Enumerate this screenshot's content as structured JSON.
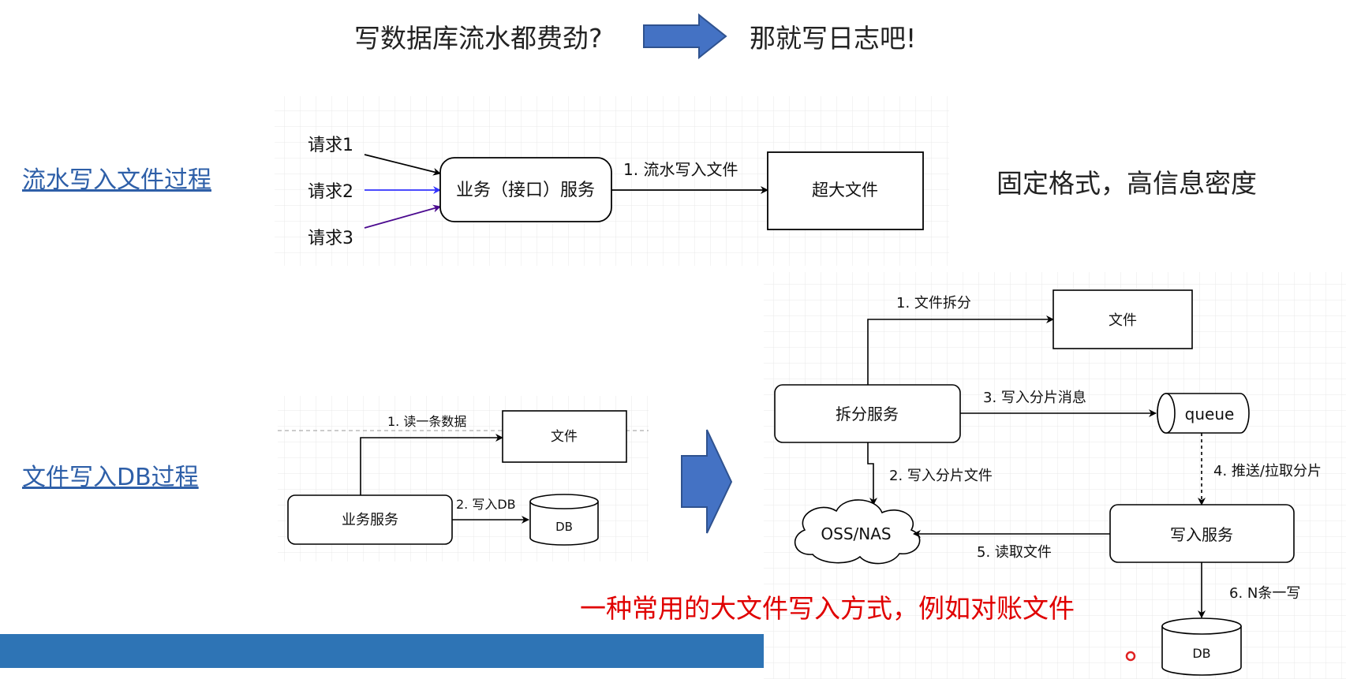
{
  "header": {
    "question": "写数据库流水都费劲?",
    "answer": "那就写日志吧!"
  },
  "side_links": {
    "flow_to_file": "流水写入文件过程",
    "file_to_db": "文件写入DB过程"
  },
  "top_diagram": {
    "req1": "请求1",
    "req2": "请求2",
    "req3": "请求3",
    "service": "业务（接口）服务",
    "edge_label": "1. 流水写入文件",
    "big_file": "超大文件",
    "note": "固定格式，高信息密度"
  },
  "left_diagram": {
    "edge_read": "1. 读一条数据",
    "file": "文件",
    "service": "业务服务",
    "edge_write": "2. 写入DB",
    "db": "DB"
  },
  "right_diagram": {
    "edge_split": "1. 文件拆分",
    "file": "文件",
    "split_service": "拆分服务",
    "edge_msg": "3. 写入分片消息",
    "queue": "queue",
    "edge_shard_file": "2. 写入分片文件",
    "edge_push": "4. 推送/拉取分片",
    "oss": "OSS/NAS",
    "edge_read_file": "5. 读取文件",
    "write_service": "写入服务",
    "edge_nwrite": "6. N条一写",
    "db": "DB"
  },
  "caption": "一种常用的大文件写入方式，例如对账文件",
  "colors": {
    "arrow_fill": "#4472c4",
    "arrow_stroke": "#2f528f",
    "link": "#2e5fa8",
    "caption": "#e00000",
    "bottom_bar": "#2e74b5",
    "arrow_blue": "#3333ff",
    "arrow_purple": "#4b0a8f",
    "grid": "#e6e6e6"
  }
}
